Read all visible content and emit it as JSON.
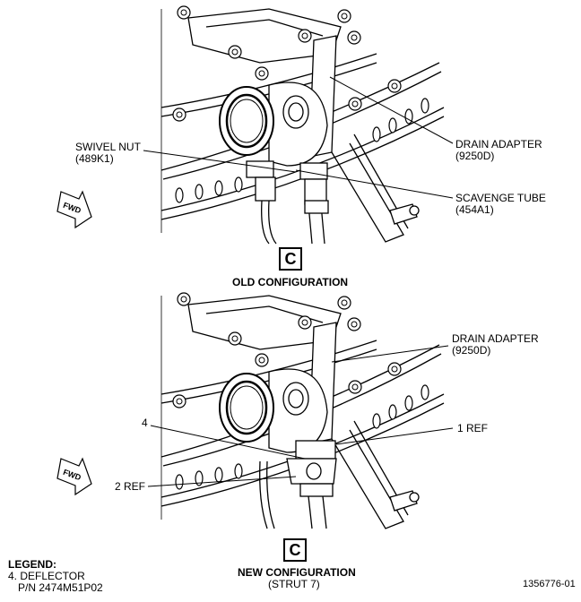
{
  "top_view": {
    "labels": {
      "swivel_nut": "SWIVEL NUT",
      "swivel_nut_pn": "(489K1)",
      "drain_adapter": "DRAIN ADAPTER",
      "drain_adapter_pn": "(9250D)",
      "scavenge_tube": "SCAVENGE TUBE",
      "scavenge_tube_pn": "(454A1)"
    },
    "fwd": "FWD",
    "view_letter": "C",
    "caption": "OLD CONFIGURATION"
  },
  "bottom_view": {
    "labels": {
      "drain_adapter": "DRAIN ADAPTER",
      "drain_adapter_pn": "(9250D)",
      "item_4": "4",
      "ref_1": "1 REF",
      "ref_2": "2 REF"
    },
    "fwd": "FWD",
    "view_letter": "C",
    "caption": "NEW CONFIGURATION",
    "subcaption": "(STRUT 7)"
  },
  "legend": {
    "title": "LEGEND:",
    "item": "4. DEFLECTOR",
    "part_number": "P/N 2474M51P02"
  },
  "figure_id": "1356776-01"
}
